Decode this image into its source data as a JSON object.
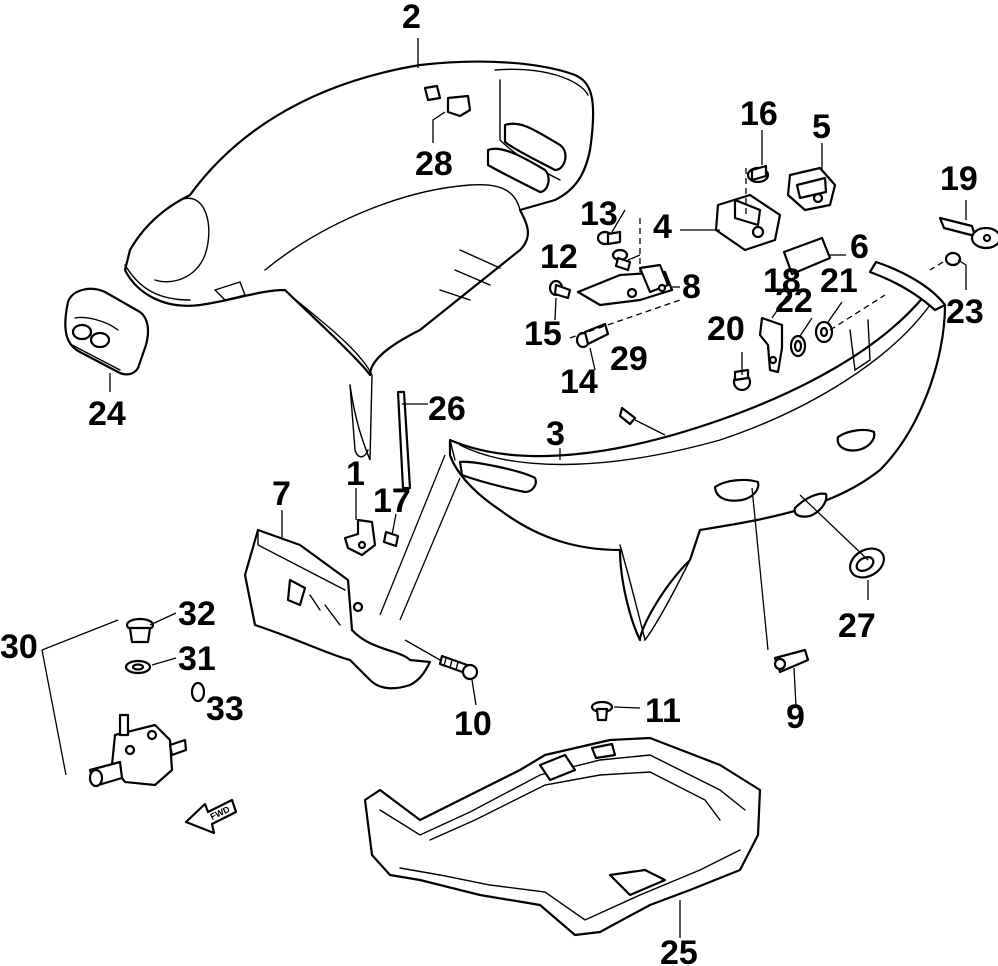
{
  "diagram": {
    "callouts": [
      {
        "id": "c1",
        "text": "1"
      },
      {
        "id": "c2",
        "text": "2"
      },
      {
        "id": "c3",
        "text": "3"
      },
      {
        "id": "c4",
        "text": "4"
      },
      {
        "id": "c5",
        "text": "5"
      },
      {
        "id": "c6",
        "text": "6"
      },
      {
        "id": "c7",
        "text": "7"
      },
      {
        "id": "c8",
        "text": "8"
      },
      {
        "id": "c9",
        "text": "9"
      },
      {
        "id": "c10",
        "text": "10"
      },
      {
        "id": "c11",
        "text": "11"
      },
      {
        "id": "c12",
        "text": "12"
      },
      {
        "id": "c13",
        "text": "13"
      },
      {
        "id": "c14",
        "text": "14"
      },
      {
        "id": "c15",
        "text": "15"
      },
      {
        "id": "c16",
        "text": "16"
      },
      {
        "id": "c17",
        "text": "17"
      },
      {
        "id": "c18",
        "text": "18"
      },
      {
        "id": "c19",
        "text": "19"
      },
      {
        "id": "c20",
        "text": "20"
      },
      {
        "id": "c21",
        "text": "21"
      },
      {
        "id": "c22",
        "text": "22"
      },
      {
        "id": "c23",
        "text": "23"
      },
      {
        "id": "c24",
        "text": "24"
      },
      {
        "id": "c25",
        "text": "25"
      },
      {
        "id": "c26",
        "text": "26"
      },
      {
        "id": "c27",
        "text": "27"
      },
      {
        "id": "c28",
        "text": "28"
      },
      {
        "id": "c29",
        "text": "29"
      },
      {
        "id": "c30",
        "text": "30"
      },
      {
        "id": "c31",
        "text": "31"
      },
      {
        "id": "c32",
        "text": "32"
      },
      {
        "id": "c33",
        "text": "33"
      }
    ],
    "fwd_marker": "FWD"
  }
}
